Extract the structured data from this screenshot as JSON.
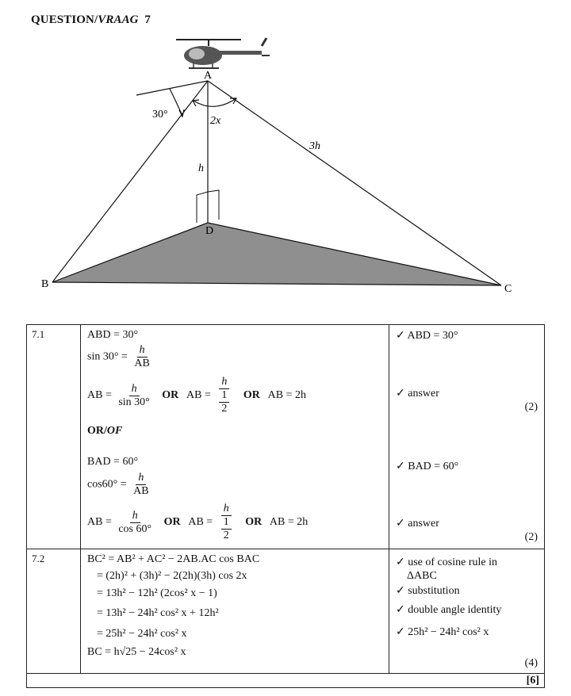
{
  "page": {
    "title_prefix": "QUESTION/",
    "title_italic": "VRAAG",
    "title_number": "7"
  },
  "diagram": {
    "vertex_A": "A",
    "vertex_B": "B",
    "vertex_C": "C",
    "vertex_D": "D",
    "angle_30": "30°",
    "angle_2x": "2x",
    "side_h": "h",
    "side_3h": "3h",
    "object": "helicopter"
  },
  "memo": {
    "q71": {
      "number": "7.1",
      "l1": "ABD = 30°",
      "l2_lhs": "sin 30° =",
      "l2_num": "h",
      "l2_den": "AB",
      "l3_lhs": "AB =",
      "l3_num": "h",
      "l3_den": "sin 30°",
      "or_word": "OR",
      "l3_mid": "AB =",
      "l3_frac_num": "h",
      "l3_frac_den_num": "1",
      "l3_frac_den_den": "2",
      "l3_end": "AB = 2h",
      "or_of": "OR/",
      "or_of_italic": "OF",
      "l4": "BAD = 60°",
      "l5_lhs": "cos60° =",
      "l5_num": "h",
      "l5_den": "AB",
      "l6_lhs": "AB =",
      "l6_num": "h",
      "l6_den": "cos 60°",
      "m1": "✓ ABD = 30°",
      "m2": "✓ answer",
      "m3": "✓ BAD = 60°",
      "m4": "✓ answer",
      "marks_a": "(2)",
      "marks_b": "(2)"
    },
    "q72": {
      "number": "7.2",
      "l1": "BC² = AB² + AC² − 2AB.AC cos BAC",
      "l2": "= (2h)² + (3h)² − 2(2h)(3h) cos 2x",
      "l3": "= 13h² − 12h² (2cos² x − 1)",
      "l4": "= 13h² − 24h² cos² x + 12h²",
      "l5": "= 25h² − 24h² cos² x",
      "l6": "BC = h√25 − 24cos² x",
      "m1a": "✓ use of cosine rule in",
      "m1b": "ΔABC",
      "m2": "✓ substitution",
      "m3": "✓ double angle identity",
      "m4": "✓ 25h² − 24h² cos² x",
      "marks": "(4)"
    },
    "total": "[6]"
  }
}
